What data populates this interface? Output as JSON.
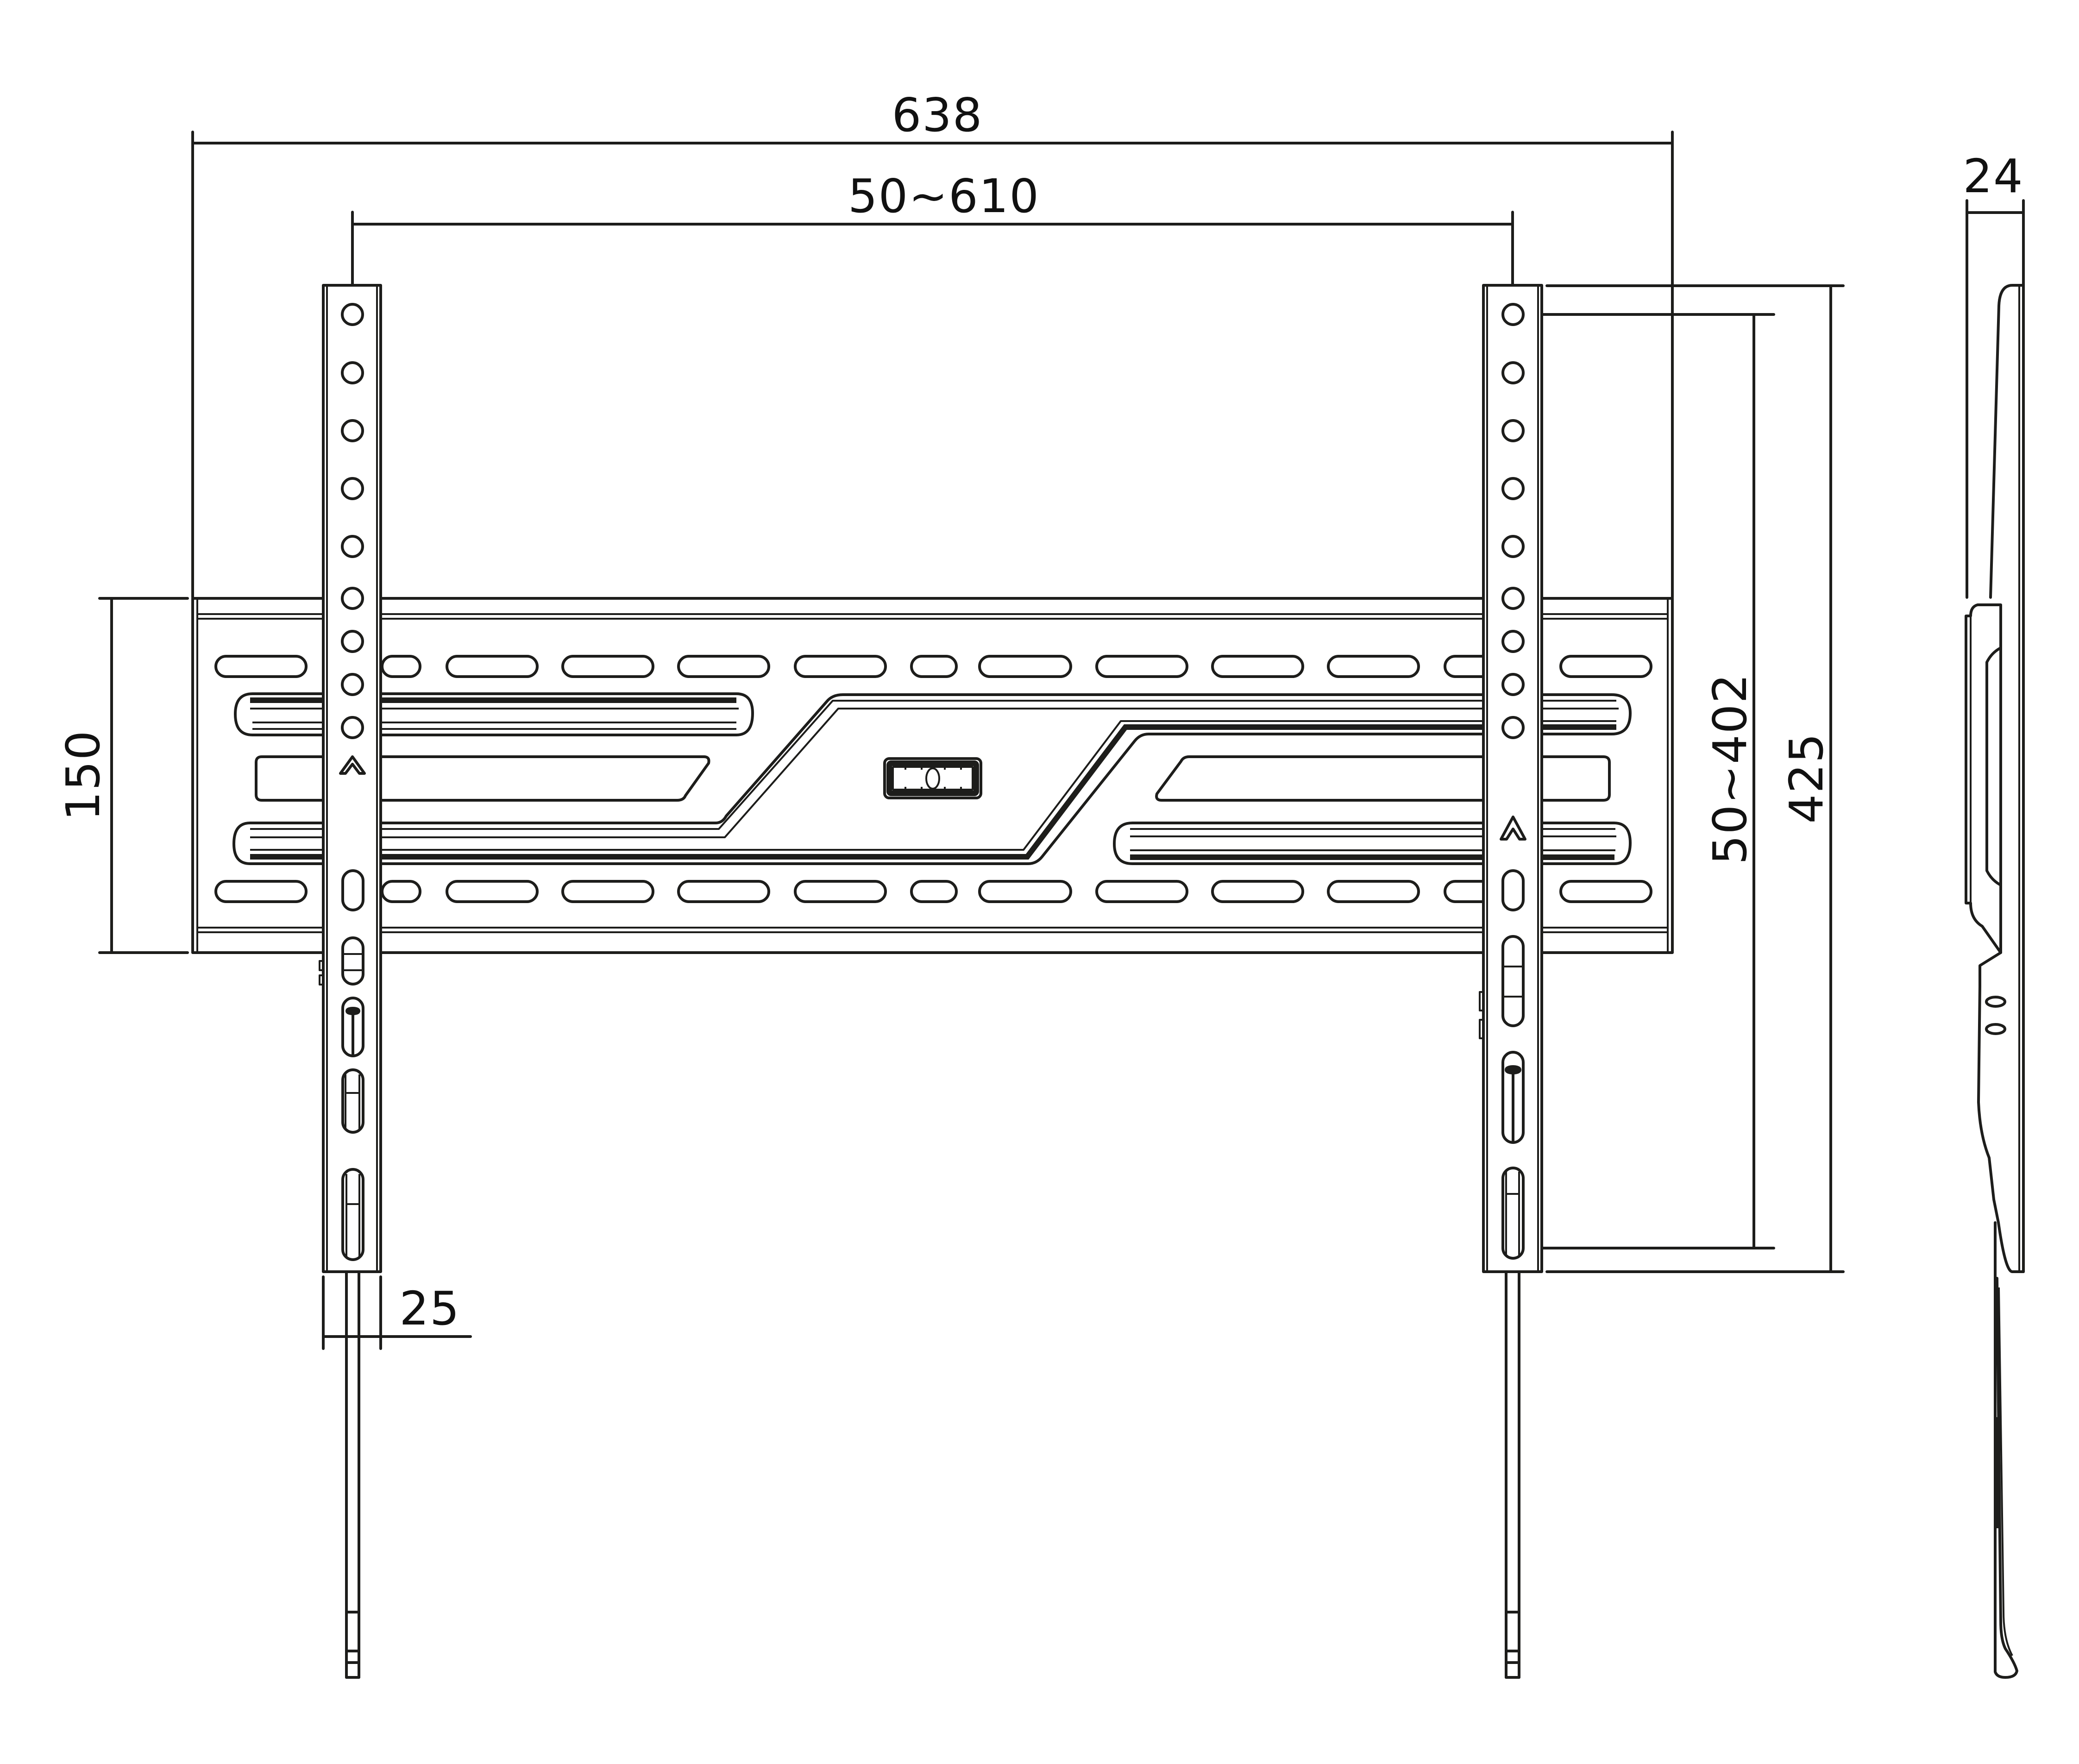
{
  "drawing": {
    "title": "TV wall mount technical drawing",
    "units": "mm",
    "line_color": "#1d1d1b",
    "background": "#ffffff",
    "views": [
      "front-view",
      "side-view"
    ]
  },
  "dimensions": {
    "overall_width": "638",
    "vesa_horizontal_range": "50~610",
    "plate_height": "150",
    "bracket_width": "25",
    "vesa_vertical_range": "50~402",
    "bracket_height": "425",
    "profile_depth": "24"
  },
  "components": {
    "wall_plate": {
      "top_slots": 11,
      "bottom_slots": 11,
      "has_bubble_level": true
    },
    "arms": [
      {
        "side": "left",
        "round_holes": 9,
        "arrow": "up",
        "lock_slots": 4
      },
      {
        "side": "right",
        "round_holes": 9,
        "arrow": "up",
        "lock_slots": 4
      }
    ]
  }
}
